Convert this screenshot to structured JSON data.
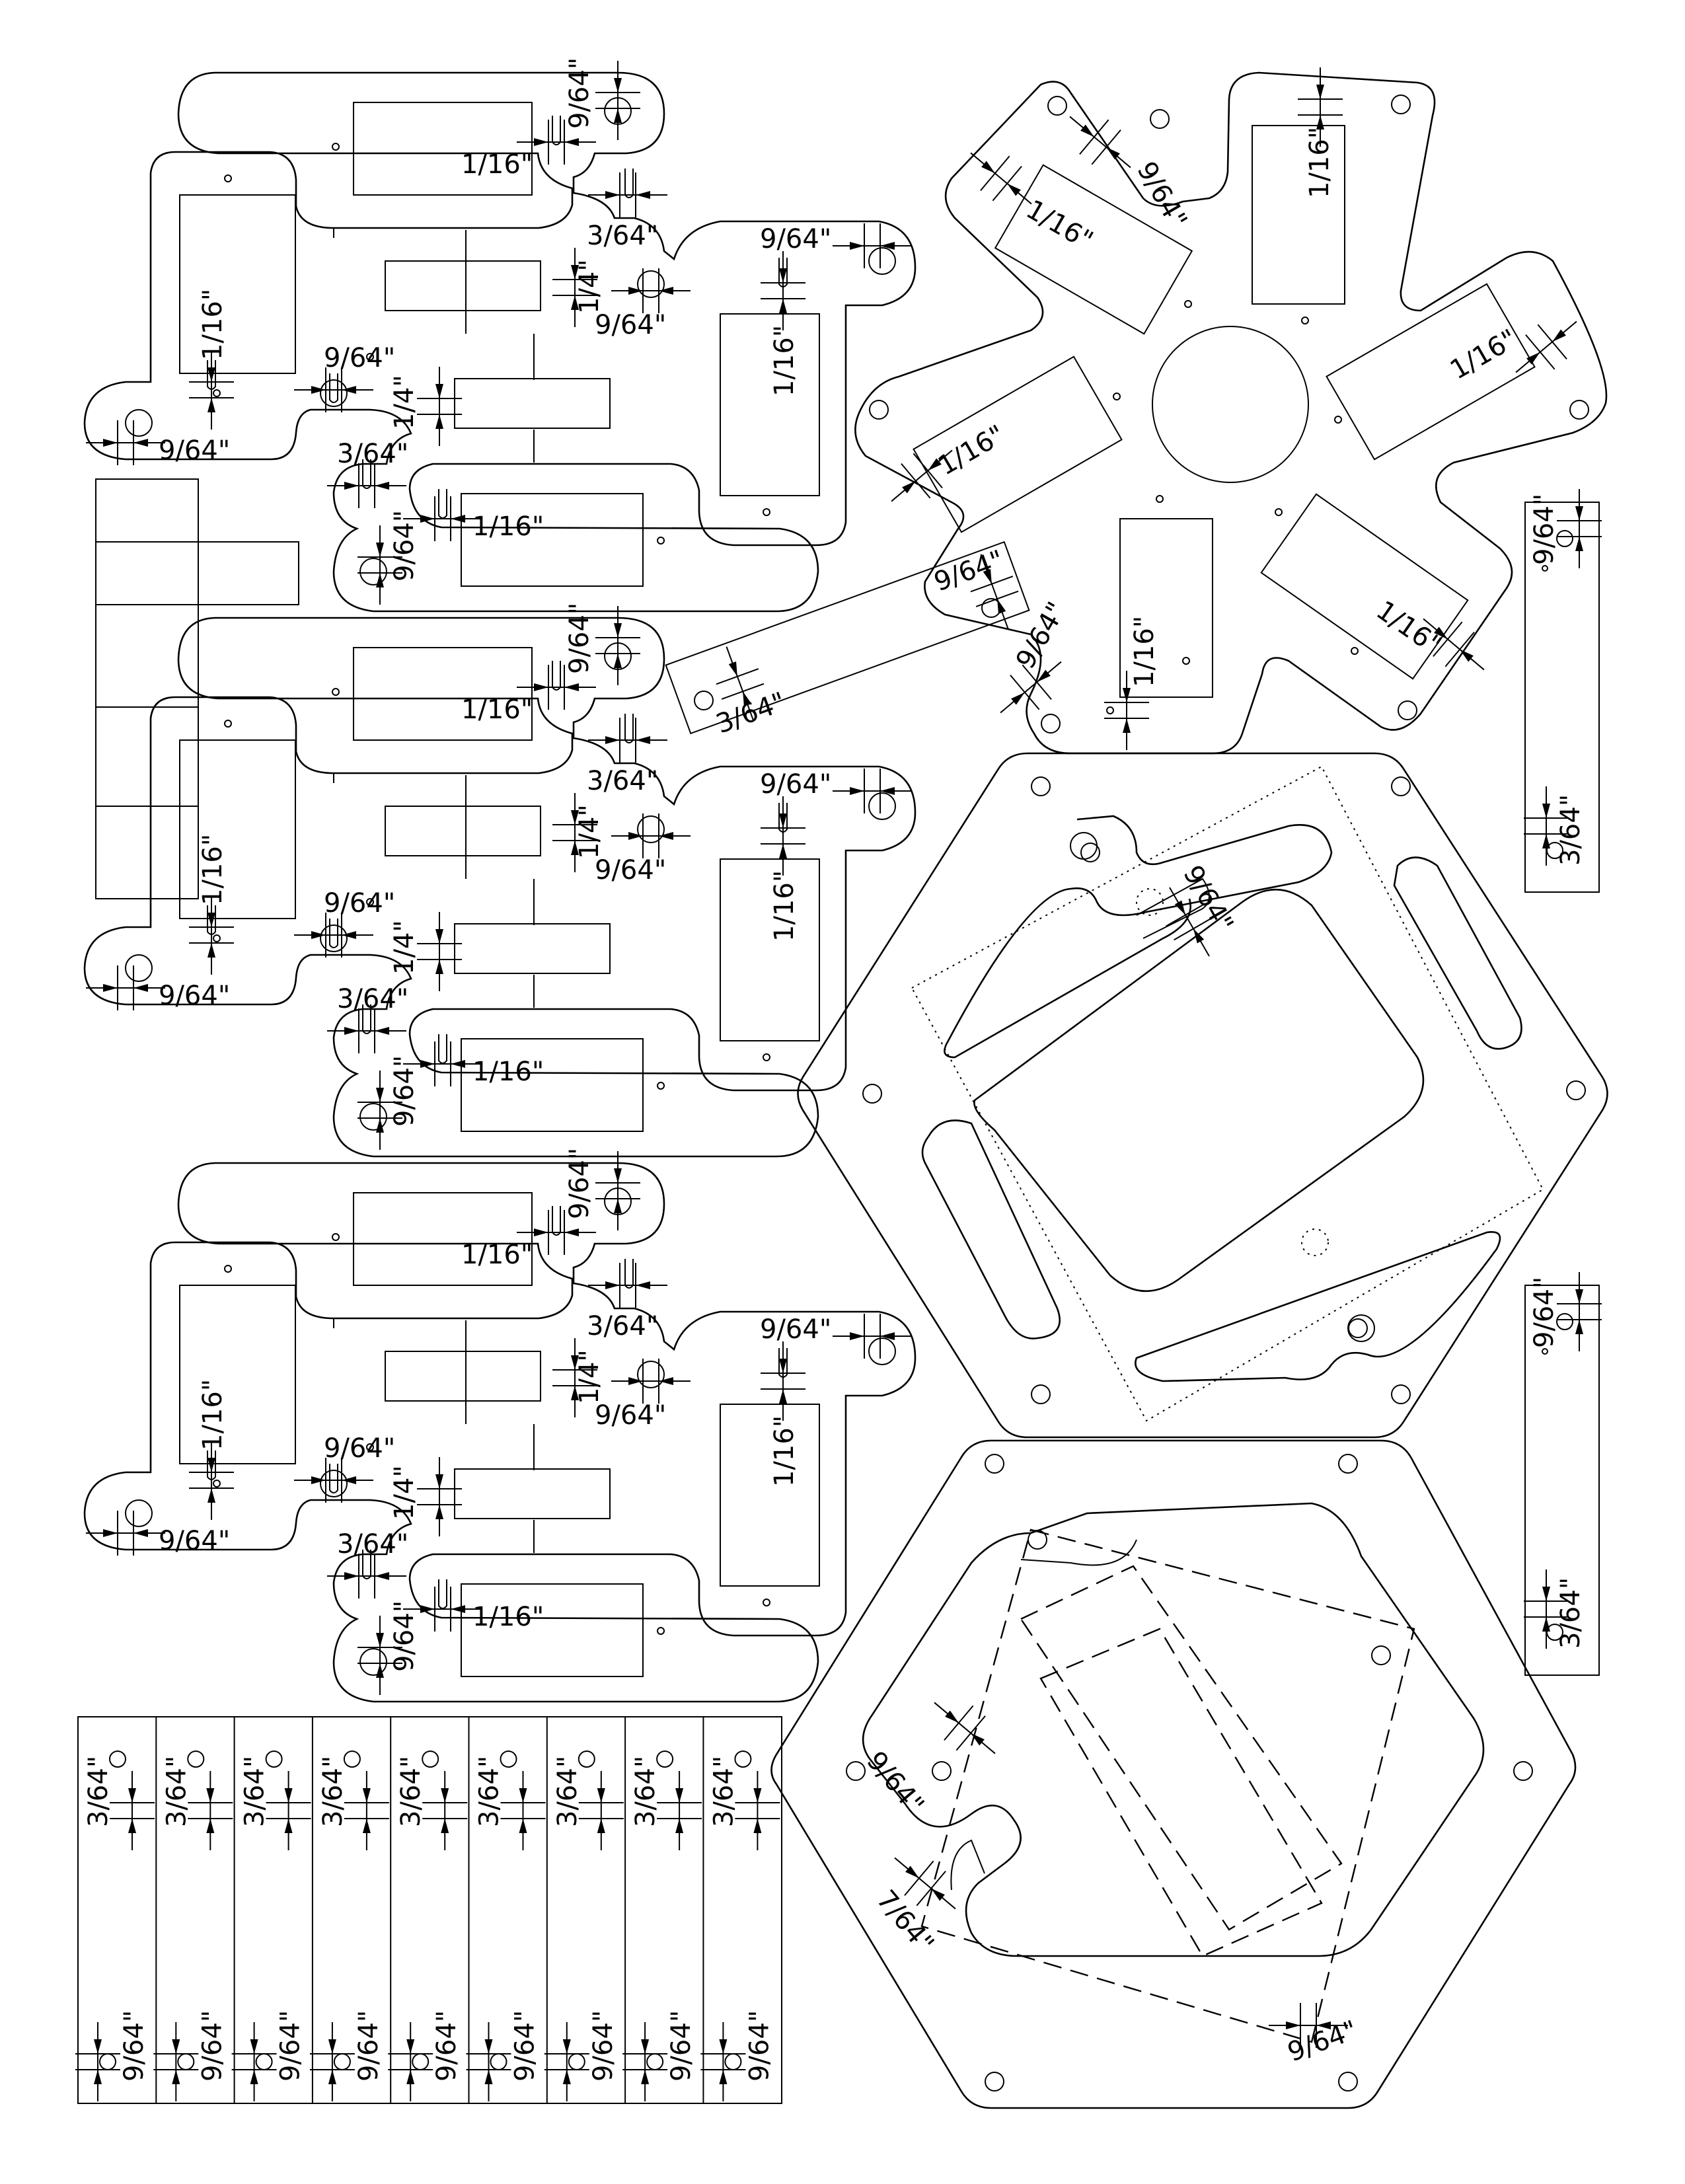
{
  "sheet": {
    "title": "",
    "dims": {
      "d1": "9/64\"",
      "d2": "1/16\"",
      "d3": "3/64\"",
      "d4": "1/4\"",
      "d5": "7/64\""
    }
  }
}
